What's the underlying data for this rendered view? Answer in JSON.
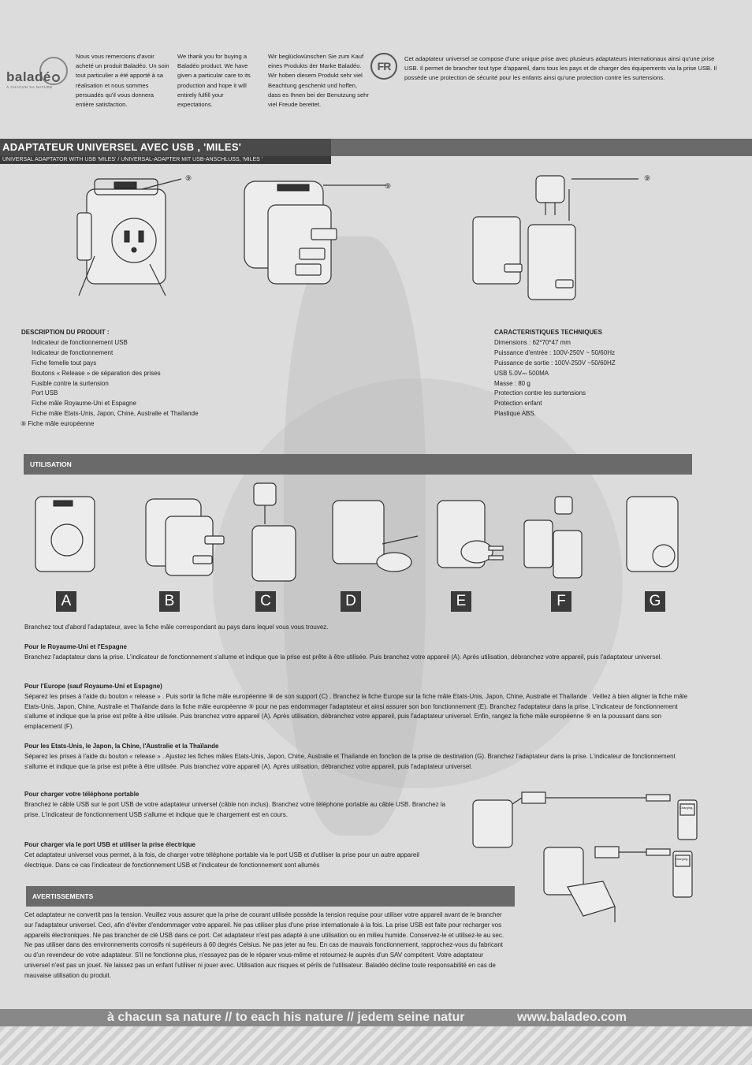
{
  "brand": {
    "logo_text": "baladé",
    "logo_tagline": "À CHACUN SA NATURE"
  },
  "intro": {
    "fr": "Nous vous remercions d'avoir acheté un produit Baladéo. Un soin tout particulier a été apporté à sa réalisation et nous sommes persuadés qu'il vous donnera entière satisfaction.",
    "en": "We thank you for buying a Baladéo product. We have given a particular care to its production and hope it will entirely fulfill your expectations.",
    "de": "Wir beglückwünschen Sie zum Kauf eines Produkts der Marke Baladéo. Wir hoben diesem Produkt sehr viel Beachtung geschenkt und hoffen, dass es Ihnen bei der Benutzung sehr viel Freude bereitet.",
    "lang_badge": "FR",
    "summary": "Cet adaptateur universel se compose d'une unique prise avec plusieurs adaptateurs internationaux ainsi qu'une prise USB. Il permet de brancher tout type d'appareil, dans tous les pays et de charger des équipements via la prise USB. Il possède une protection de sécurité pour les enfants ainsi qu'une protection contre les surtensions."
  },
  "title": {
    "main": "ADAPTATEUR UNIVERSEL AVEC USB , 'MILES'",
    "sub": "UNIVERSAL ADAPTATOR WITH USB 'MILES' / UNIVERSAL-ADAPTER MIT USB-ANSCHLUSS, 'MILES     '"
  },
  "callout_marker": "⑨",
  "description": {
    "heading": "DESCRIPTION DU PRODUIT :",
    "items": [
      "Indicateur de fonctionnement USB",
      "Indicateur de fonctionnement",
      "Fiche femelle tout pays",
      "Boutons « Release » de séparation des prises",
      "Fusible contre la surtension",
      "Port USB",
      "Fiche mâle Royaume-Uni et Espagne",
      "Fiche mâle Etats-Unis, Japon, Chine, Australie et Thaïlande",
      "⑨ Fiche mâle européenne"
    ]
  },
  "specs": {
    "heading": "CARACTERISTIQUES TECHNIQUES",
    "items": [
      "Dimensions : 62*70*47 mm",
      "Puissance d'entrée : 100V-250V ~ 50/60Hz",
      "Puissance de sortie : 100V-250V ~50/60HZ",
      "USB 5.0V⎓ 500MA",
      "Masse : 80 g",
      "Protection contre les surtensions",
      "Protection enfant",
      "Plastique ABS."
    ]
  },
  "usage": {
    "heading": "UTILISATION",
    "steps": [
      "A",
      "B",
      "C",
      "D",
      "E",
      "F",
      "G"
    ],
    "intro": "Branchez tout d'abord l'adaptateur, avec la fiche mâle correspondant au pays dans lequel vous vous trouvez.",
    "uk_heading": "Pour le Royaume-Uni et l'Espagne",
    "uk_text": "Branchez l'adaptateur dans la prise. L'indicateur de fonctionnement      s'allume et indique que la prise est prête à être utilisée. Puis branchez votre appareil (A). Après utilisation, débranchez votre appareil, puis l'adaptateur universel.",
    "eu_heading": "Pour l'Europe (sauf Royaume-Uni et Espagne)",
    "eu_text": "Séparez les prises à l'aide du bouton « release »           . Puis sortir la fiche mâle européenne  ⑨ de son support (C) . Branchez la fiche Europe sur la fiche mâle Etats-Unis, Japon, Chine, Australie et Thaïlande          . Veillez à bien aligner la fiche mâle Etats-Unis, Japon, Chine, Australie et Thaïlande      dans la fiche mâle européenne ⑨ pour ne pas endommager l'adaptateur et ainsi assurer son bon fonctionnement (E). Branchez l'adaptateur dans la prise. L'indicateur de fonctionnement      s'allume et indique que la prise est prête à être utilisée. Puis branchez votre appareil (A). Après utilisation, débranchez votre appareil, puis l'adaptateur universel. Enfin, rangez la fiche mâle européenne  ⑨ en la poussant dans son emplacement (F).",
    "us_heading": "Pour les Etats-Unis, le Japon, la Chine, l'Australie et la Thaïlande",
    "us_text": "Séparez les prises à l'aide du bouton « release »           . Ajustez les fiches mâles Etats-Unis, Japon, Chine, Australie et Thaïlande      en fonction de la prise de destination (G). Branchez l'adaptateur dans la prise. L'indicateur de fonctionnement      s'allume et indique que la prise est prête à être utilisée. Puis branchez votre appareil (A). Après utilisation, débranchez votre appareil, puis l'adaptateur universel.",
    "phone_heading": "Pour charger votre téléphone portable",
    "phone_text": "Branchez le câble USB sur le port USB        de votre adaptateur universel (câble non inclus). Branchez votre téléphone portable au câble USB. Branchez la prise. L'indicateur de fonctionnement USB      s'allume et indique que le chargement est en cours.",
    "usb_heading": "Pour charger via le port USB et utiliser la prise électrique",
    "usb_text": "Cet adaptateur universel vous permet, à la fois, de charger votre téléphone portable via le port USB et d'utiliser la prise pour un autre appareil électrique. Dans ce cas l'indicateur de fonctionnement USB      et l'indicateur de fonctionnement      sont allumés",
    "phone_screen_label": "Charging..."
  },
  "warnings": {
    "heading": "AVERTISSEMENTS",
    "text": "Cet adaptateur ne convertit pas la tension. Veuillez vous assurer que la prise de courant utilisée possède la tension requise pour utiliser votre appareil avant de le brancher sur l'adaptateur universel. Ceci, afin d'éviter d'endommager votre appareil. Ne pas utiliser plus d'une prise internationale à la fois. La prise USB est faite pour recharger vos appareils électroniques. Ne pas brancher de clé USB dans ce port. Cet adaptateur n'est pas adapté à une utilisation ou en milieu humide. Conservez-le et utilisez-le au sec. Ne pas utiliser dans des environnements corrosifs ni supérieurs à 60 degrés Celsius. Ne pas jeter au feu. En cas de mauvais fonctionnement, rapprochez-vous du fabricant ou d'un revendeur de votre adaptateur. S'il ne fonctionne plus, n'essayez pas de le réparer vous-même et retournez-le auprès d'un SAV compétent. Votre adaptateur universel n'est pas un jouet. Ne laissez pas un enfant l'utiliser ni jouer avec. Utilisation aux risques et périls de l'utilisateur. Baladéo décline toute responsabilité en cas de mauvaise utilisation du produit."
  },
  "footer": {
    "slogan": "à chacun sa nature  //  to each his nature  //  jedem seine natur",
    "url": "www.baladeo.com"
  },
  "colors": {
    "background": "#dcdcdc",
    "bar_dark": "#4a4a4a",
    "bar_mid": "#6a6a6a",
    "footer": "#888888"
  }
}
